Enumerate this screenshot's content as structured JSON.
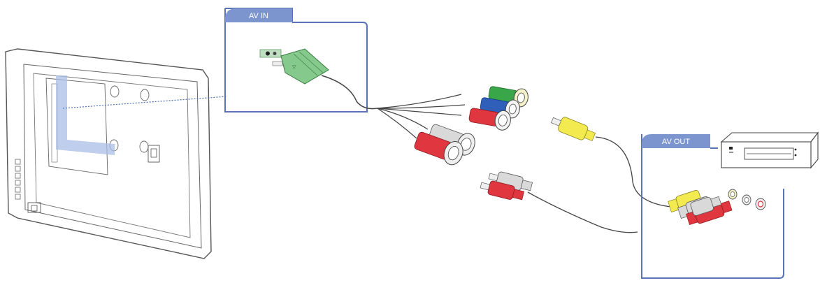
{
  "labels": {
    "av_in": "AV IN",
    "av_out": "AV OUT"
  },
  "colors": {
    "panel_border": "#5a73b8",
    "tab_fill": "#7d95cf",
    "highlight": "#a9bde6",
    "dotted_line": "#4c6fbf",
    "device_line": "#555555",
    "green": "#3aa64a",
    "blue": "#2f5fb8",
    "red": "#e0363f",
    "white": "#d9d9d9",
    "yellow": "#f2ea4f"
  },
  "icons": [
    "tv-monitor-back",
    "av-jack-plug",
    "component-cable",
    "composite-cable",
    "dvd-player"
  ]
}
